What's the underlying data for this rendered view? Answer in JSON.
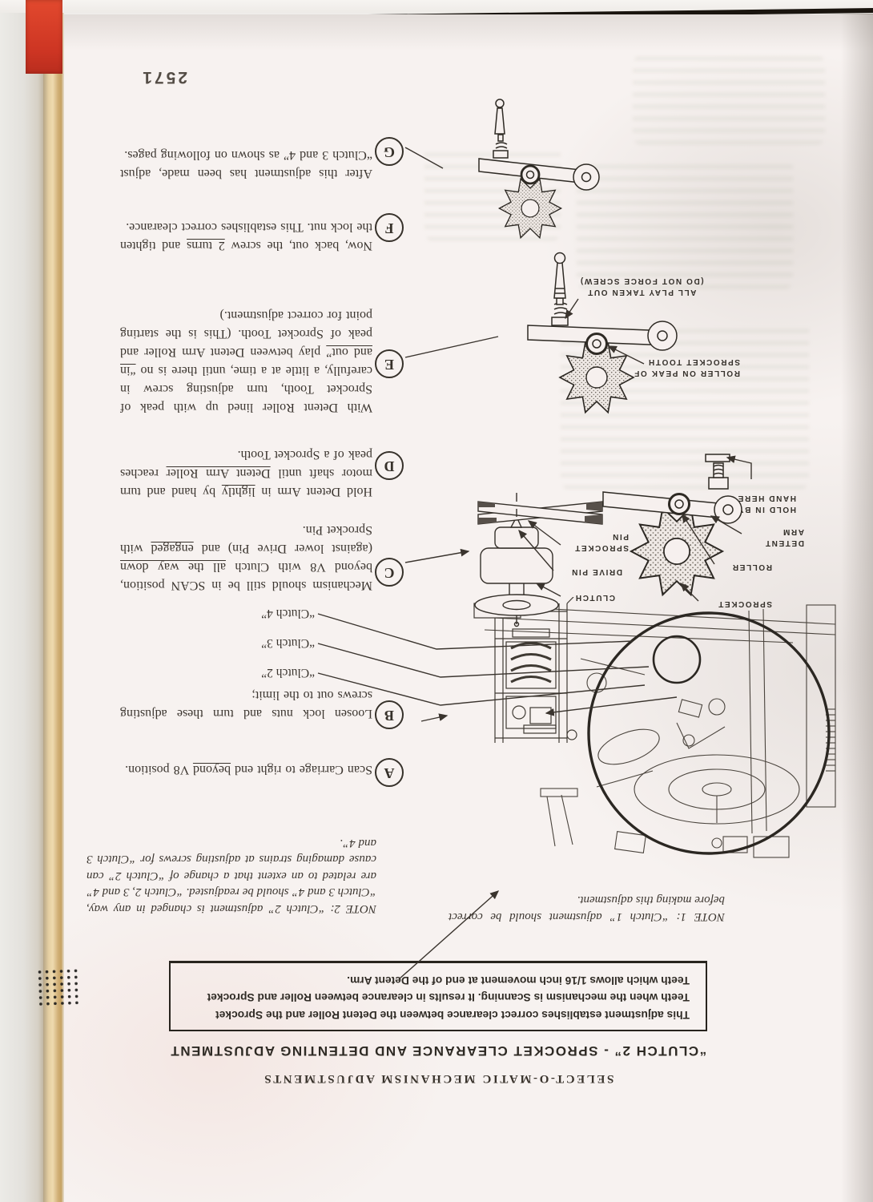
{
  "page": {
    "number": "2571",
    "header": {
      "kicker": "SELECT-O-MATIC MECHANISM ADJUSTMENTS",
      "title": "“CLUTCH 2” - SPROCKET CLEARANCE AND DETENTING ADJUSTMENT"
    },
    "intro_box": {
      "text": "This adjustment establishes correct clearance between the Detent Roller and the Sprocket Teeth when the mechanism is Scanning. It results in clearance between Roller and Sprocket Teeth which allows 1/16 inch movement at end of the Detent Arm."
    },
    "notes": {
      "note1": "NOTE 1: “Clutch 1” adjustment should be correct before making this adjustment.",
      "note2": "NOTE 2: “Clutch 2” adjustment is changed in any way, “Clutch 3 and 4” should be readjusted. “Clutch 2, 3 and 4” are related to an extent that a change of “Clutch 2” can cause damaging strains at adjusting screws for “Clutch 3 and 4”."
    },
    "steps": [
      {
        "letter": "A",
        "parts": [
          {
            "text": "Scan Carriage to right end "
          },
          {
            "text": "beyond",
            "underline": true
          },
          {
            "text": " V8 position."
          }
        ]
      },
      {
        "letter": "B",
        "parts": [
          {
            "text": "Loosen lock nuts and turn these adjusting screws out to the limit;"
          }
        ]
      },
      {
        "letter": "C",
        "parts": [
          {
            "text": "Mechanism should still be in SCAN position, beyond V8 with Clutch "
          },
          {
            "text": "all the way down",
            "underline": true
          },
          {
            "text": " (against lower Drive Pin) and "
          },
          {
            "text": "engaged",
            "underline": true
          },
          {
            "text": " with Sprocket Pin."
          }
        ]
      },
      {
        "letter": "D",
        "parts": [
          {
            "text": "Hold Detent Arm in "
          },
          {
            "text": "lightly",
            "underline": true
          },
          {
            "text": " by hand and turn motor shaft until "
          },
          {
            "text": "Detent Arm Roller",
            "underline": true
          },
          {
            "text": " reaches peak of a Sprocket Tooth."
          }
        ]
      },
      {
        "letter": "E",
        "parts": [
          {
            "text": "With Detent Roller lined up with peak of Sprocket Tooth, turn adjusting screw in carefully, a little at a time, until there is no "
          },
          {
            "text": "“in and out”",
            "underline": true
          },
          {
            "text": " play between Detent Arm Roller and peak of Sprocket Tooth. (This is the starting point for correct adjustment.)"
          }
        ]
      },
      {
        "letter": "F",
        "parts": [
          {
            "text": "Now, back out, the screw "
          },
          {
            "text": "2 turns",
            "underline": true
          },
          {
            "text": " and tighten the lock nut. This establishes correct clearance."
          }
        ]
      },
      {
        "letter": "G",
        "parts": [
          {
            "text": "After this adjustment has been made, adjust “Clutch 3 and 4” as shown on following pages."
          }
        ]
      }
    ],
    "clutch_callouts": [
      "“Clutch 2”",
      "“Clutch 3”",
      "“Clutch 4”"
    ],
    "diagram_labels": {
      "clutch": "CLUTCH",
      "drive_pin": "DRIVE PIN",
      "sprocket_pin": "SPROCKET\nPIN",
      "sprocket": "SPROCKET",
      "roller": "ROLLER",
      "detent_arm": "DETENT\nARM",
      "hold": "HOLD IN BY\nHAND HERE",
      "all_play": "ALL PLAY TAKEN OUT\n(DO NOT FORCE SCREW)",
      "roller_peak": "ROLLER ON PEAK OF\nSPROCKET TOOTH"
    },
    "colors": {
      "accent_tab": "#cd3523",
      "paper": "#f7f2f0",
      "ink": "#3a342e"
    }
  }
}
